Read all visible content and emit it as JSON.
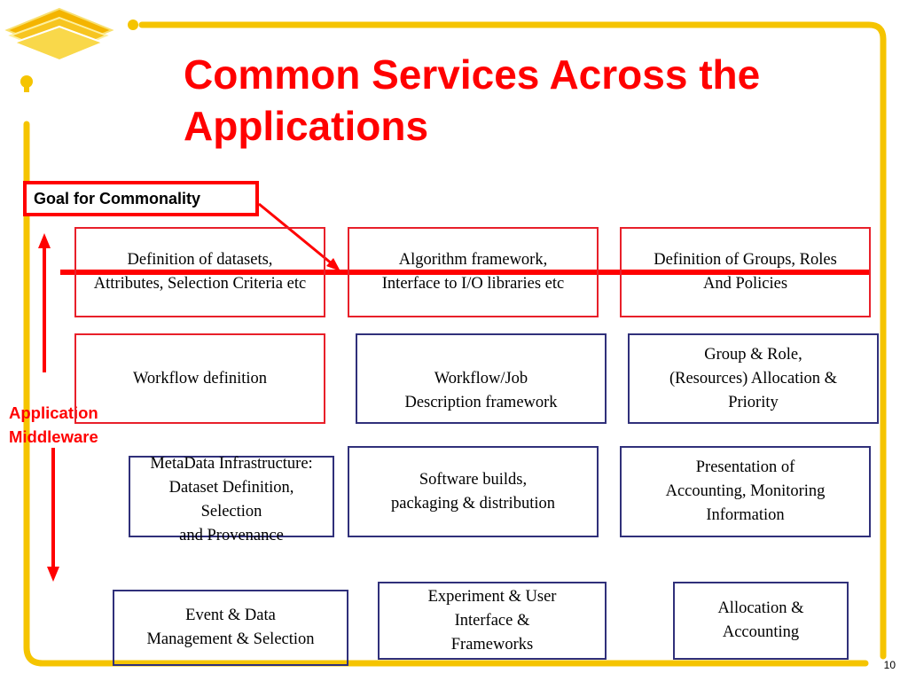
{
  "slide": {
    "title_line1": "Common Services Across the",
    "title_line2": "Applications",
    "goal_label": "Goal for Commonality",
    "side_label_line1": "Application",
    "side_label_line2": "Middleware",
    "page_number": "10"
  },
  "colors": {
    "accent_red": "#ff0000",
    "frame_yellow": "#f5c400",
    "box_blue": "#30307a"
  },
  "boxes": [
    {
      "lines": [
        "Definition of datasets,",
        "Attributes, Selection Criteria etc"
      ]
    },
    {
      "lines": [
        "Algorithm framework,",
        "Interface to I/O libraries etc"
      ]
    },
    {
      "lines": [
        "Definition of Groups, Roles",
        "And Policies"
      ]
    },
    {
      "lines": [
        "Workflow definition"
      ]
    },
    {
      "lines": [
        "Workflow/Job",
        "Description framework"
      ]
    },
    {
      "lines": [
        "Group & Role,",
        "(Resources) Allocation &",
        "Priority"
      ]
    },
    {
      "lines": [
        "MetaData Infrastructure:",
        "Dataset Definition,",
        "Selection",
        "and Provenance"
      ]
    },
    {
      "lines": [
        "Software builds,",
        "packaging & distribution"
      ]
    },
    {
      "lines": [
        "Presentation of",
        "Accounting, Monitoring",
        "Information"
      ]
    },
    {
      "lines": [
        "Event & Data",
        "Management &  Selection"
      ]
    },
    {
      "lines": [
        "Experiment & User",
        "Interface &",
        "Frameworks"
      ]
    },
    {
      "lines": [
        "Allocation &",
        "Accounting"
      ]
    }
  ]
}
